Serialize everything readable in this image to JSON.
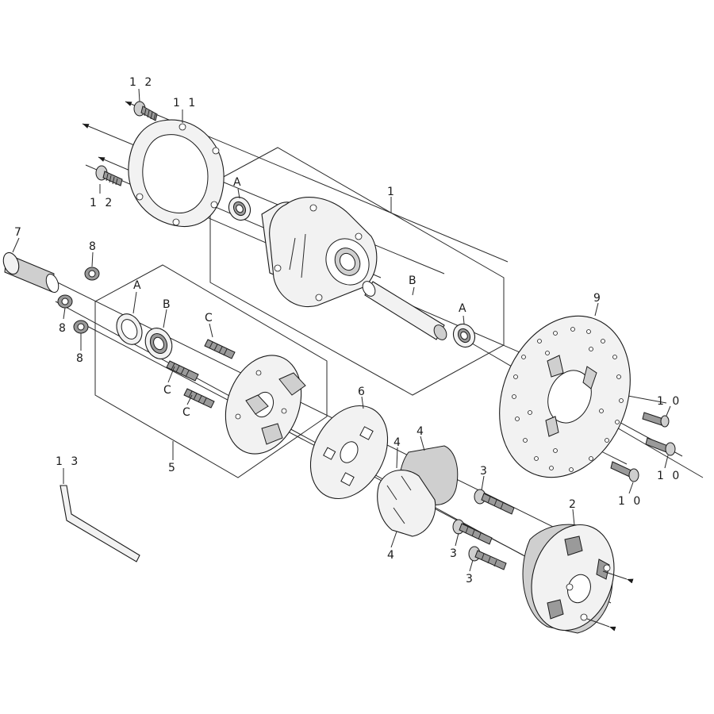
{
  "callouts": {
    "c1": "1",
    "c2": "2",
    "c3a": "3",
    "c3b": "3",
    "c3c": "3",
    "c4a": "4",
    "c4b": "4",
    "c4c": "4",
    "c5": "5",
    "c6": "6",
    "c7": "7",
    "c8a": "8",
    "c8b": "8",
    "c8c": "8",
    "c9": "9",
    "c10a": "1 0",
    "c10b": "1 0",
    "c10c": "1 0",
    "c11": "1 1",
    "c12a": "1 2",
    "c12b": "1 2",
    "c13": "1 3",
    "cA1": "A",
    "cA2": "A",
    "cA3": "A",
    "cB1": "B",
    "cB2": "B",
    "cC1": "C",
    "cC2": "C",
    "cC3": "C"
  },
  "colors": {
    "line": "#2a2a2a",
    "part_fill": "#f2f2f2",
    "shade_dark": "#9a9a9a",
    "shade_mid": "#cfcfcf"
  }
}
